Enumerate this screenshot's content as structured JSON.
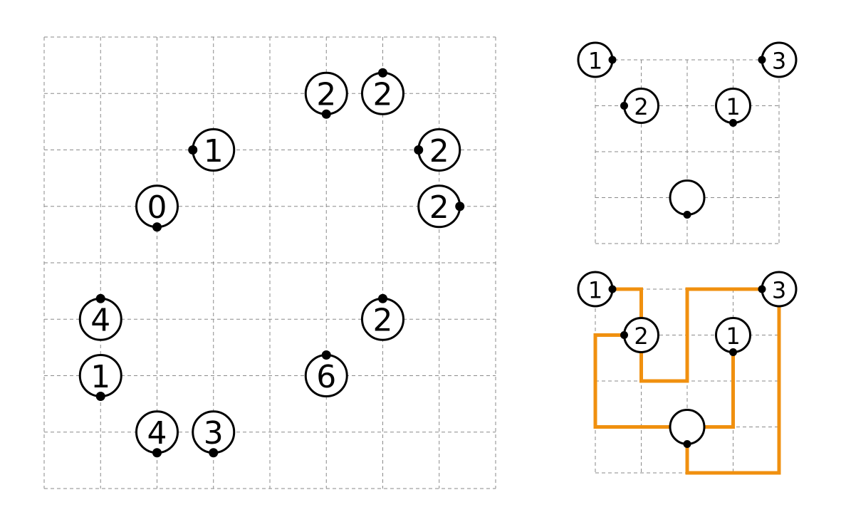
{
  "main_puzzle": {
    "cols": 8,
    "rows": 8,
    "clues": [
      {
        "row": 1,
        "col": 5,
        "number": "2",
        "dot": "down"
      },
      {
        "row": 1,
        "col": 6,
        "number": "2",
        "dot": "up"
      },
      {
        "row": 2,
        "col": 3,
        "number": "1",
        "dot": "left"
      },
      {
        "row": 2,
        "col": 7,
        "number": "2",
        "dot": "left"
      },
      {
        "row": 3,
        "col": 2,
        "number": "0",
        "dot": "down"
      },
      {
        "row": 3,
        "col": 7,
        "number": "2",
        "dot": "right"
      },
      {
        "row": 5,
        "col": 1,
        "number": "4",
        "dot": "up"
      },
      {
        "row": 5,
        "col": 6,
        "number": "2",
        "dot": "up"
      },
      {
        "row": 6,
        "col": 1,
        "number": "1",
        "dot": "down"
      },
      {
        "row": 6,
        "col": 5,
        "number": "6",
        "dot": "up"
      },
      {
        "row": 7,
        "col": 2,
        "number": "4",
        "dot": "down"
      },
      {
        "row": 7,
        "col": 3,
        "number": "3",
        "dot": "down"
      }
    ]
  },
  "example_puzzle": {
    "cols": 4,
    "rows": 4,
    "clues": [
      {
        "row": 0,
        "col": 0,
        "number": "1",
        "dot": "right"
      },
      {
        "row": 0,
        "col": 4,
        "number": "3",
        "dot": "left"
      },
      {
        "row": 1,
        "col": 1,
        "number": "2",
        "dot": "left"
      },
      {
        "row": 1,
        "col": 3,
        "number": "1",
        "dot": "down"
      },
      {
        "row": 3,
        "col": 2,
        "number": "",
        "dot": "down"
      }
    ]
  },
  "example_solution": {
    "path_color": "#f0900f",
    "paths": [
      [
        [
          0.45,
          0
        ],
        [
          1,
          0
        ],
        [
          1,
          2
        ],
        [
          2,
          2
        ],
        [
          2,
          0
        ],
        [
          3.55,
          0
        ]
      ],
      [
        [
          0.6,
          1
        ],
        [
          0,
          1
        ],
        [
          0,
          3
        ],
        [
          1.6,
          3
        ]
      ],
      [
        [
          3,
          1.45
        ],
        [
          3,
          3
        ],
        [
          2.4,
          3
        ]
      ],
      [
        [
          2,
          3.45
        ],
        [
          2,
          4
        ],
        [
          4,
          4
        ],
        [
          4,
          0.35
        ]
      ]
    ]
  }
}
